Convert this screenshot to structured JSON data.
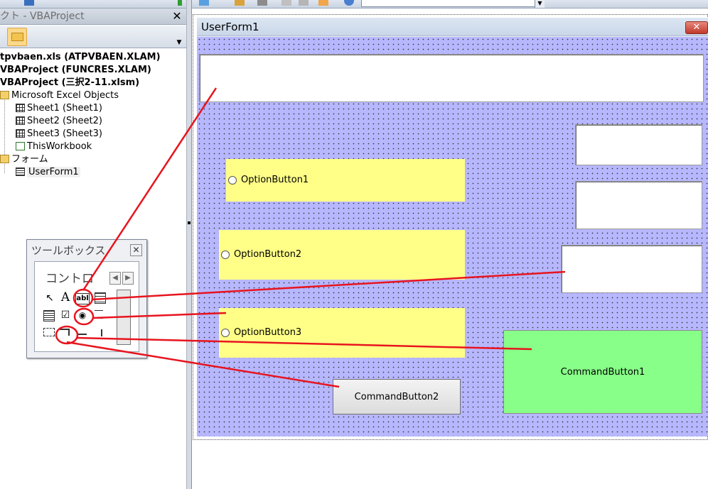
{
  "explorer": {
    "title": "クト - VBAProject",
    "close": "✕",
    "tree": [
      {
        "label": "tpvbaen.xls (ATPVBAEN.XLAM)",
        "bold": true
      },
      {
        "label": "VBAProject (FUNCRES.XLAM)",
        "bold": true
      },
      {
        "label": "VBAProject (三択2-11.xlsm)",
        "bold": true
      },
      {
        "label": "Microsoft Excel Objects",
        "icon": "folder-icon"
      },
      {
        "label": "Sheet1 (Sheet1)",
        "icon": "sheet-icon"
      },
      {
        "label": "Sheet2 (Sheet2)",
        "icon": "sheet-icon"
      },
      {
        "label": "Sheet3 (Sheet3)",
        "icon": "sheet-icon"
      },
      {
        "label": "ThisWorkbook",
        "icon": "workbook-icon"
      },
      {
        "label": "フォーム",
        "icon": "folder-icon"
      },
      {
        "label": "UserForm1",
        "icon": "userform-icon",
        "selected": true
      }
    ]
  },
  "userform": {
    "title": "UserForm1",
    "close": "✕",
    "option1": "OptionButton1",
    "option2": "OptionButton2",
    "option3": "OptionButton3",
    "command1": "CommandButton1",
    "command2": "CommandButton2"
  },
  "toolbox": {
    "title": "ツールボックス",
    "close": "✕",
    "tab": "コントロ",
    "tools": {
      "select": "↖",
      "label": "A",
      "textbox": "abl",
      "checkbox": "☑",
      "option": "◉"
    }
  },
  "colors": {
    "form_body": "#b7b7ff",
    "option_fill": "#ffff88",
    "command_green": "#88ff88",
    "annotation_red": "#e8141e"
  }
}
